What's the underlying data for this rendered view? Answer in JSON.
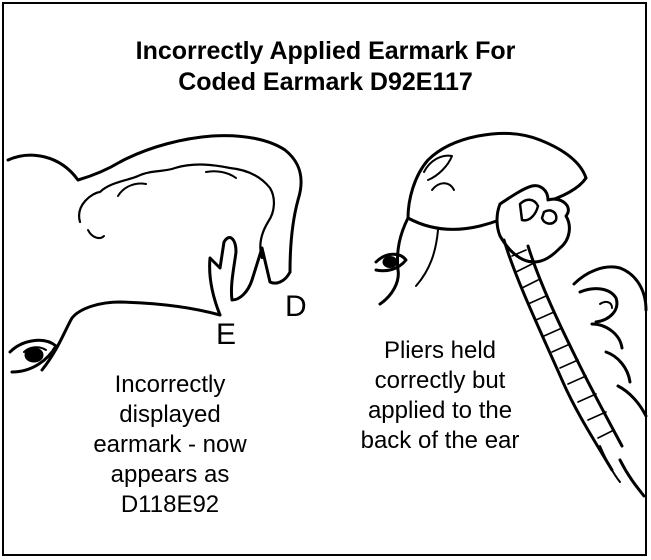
{
  "title": {
    "line1": "Incorrectly Applied Earmark For",
    "line2": "Coded Earmark D92E117"
  },
  "left_panel": {
    "notch_labels": {
      "d": "D",
      "e": "E"
    },
    "caption": [
      "Incorrectly",
      "displayed",
      "earmark - now",
      "appears as",
      "D118E92"
    ]
  },
  "right_panel": {
    "caption": [
      "Pliers held",
      "correctly but",
      "applied to the",
      "back of the ear"
    ]
  },
  "colors": {
    "ink": "#000000",
    "background": "#ffffff"
  },
  "icons": {
    "left_illustration": "sheep-head-icon",
    "right_illustration": "earmarking-pliers-icon"
  }
}
